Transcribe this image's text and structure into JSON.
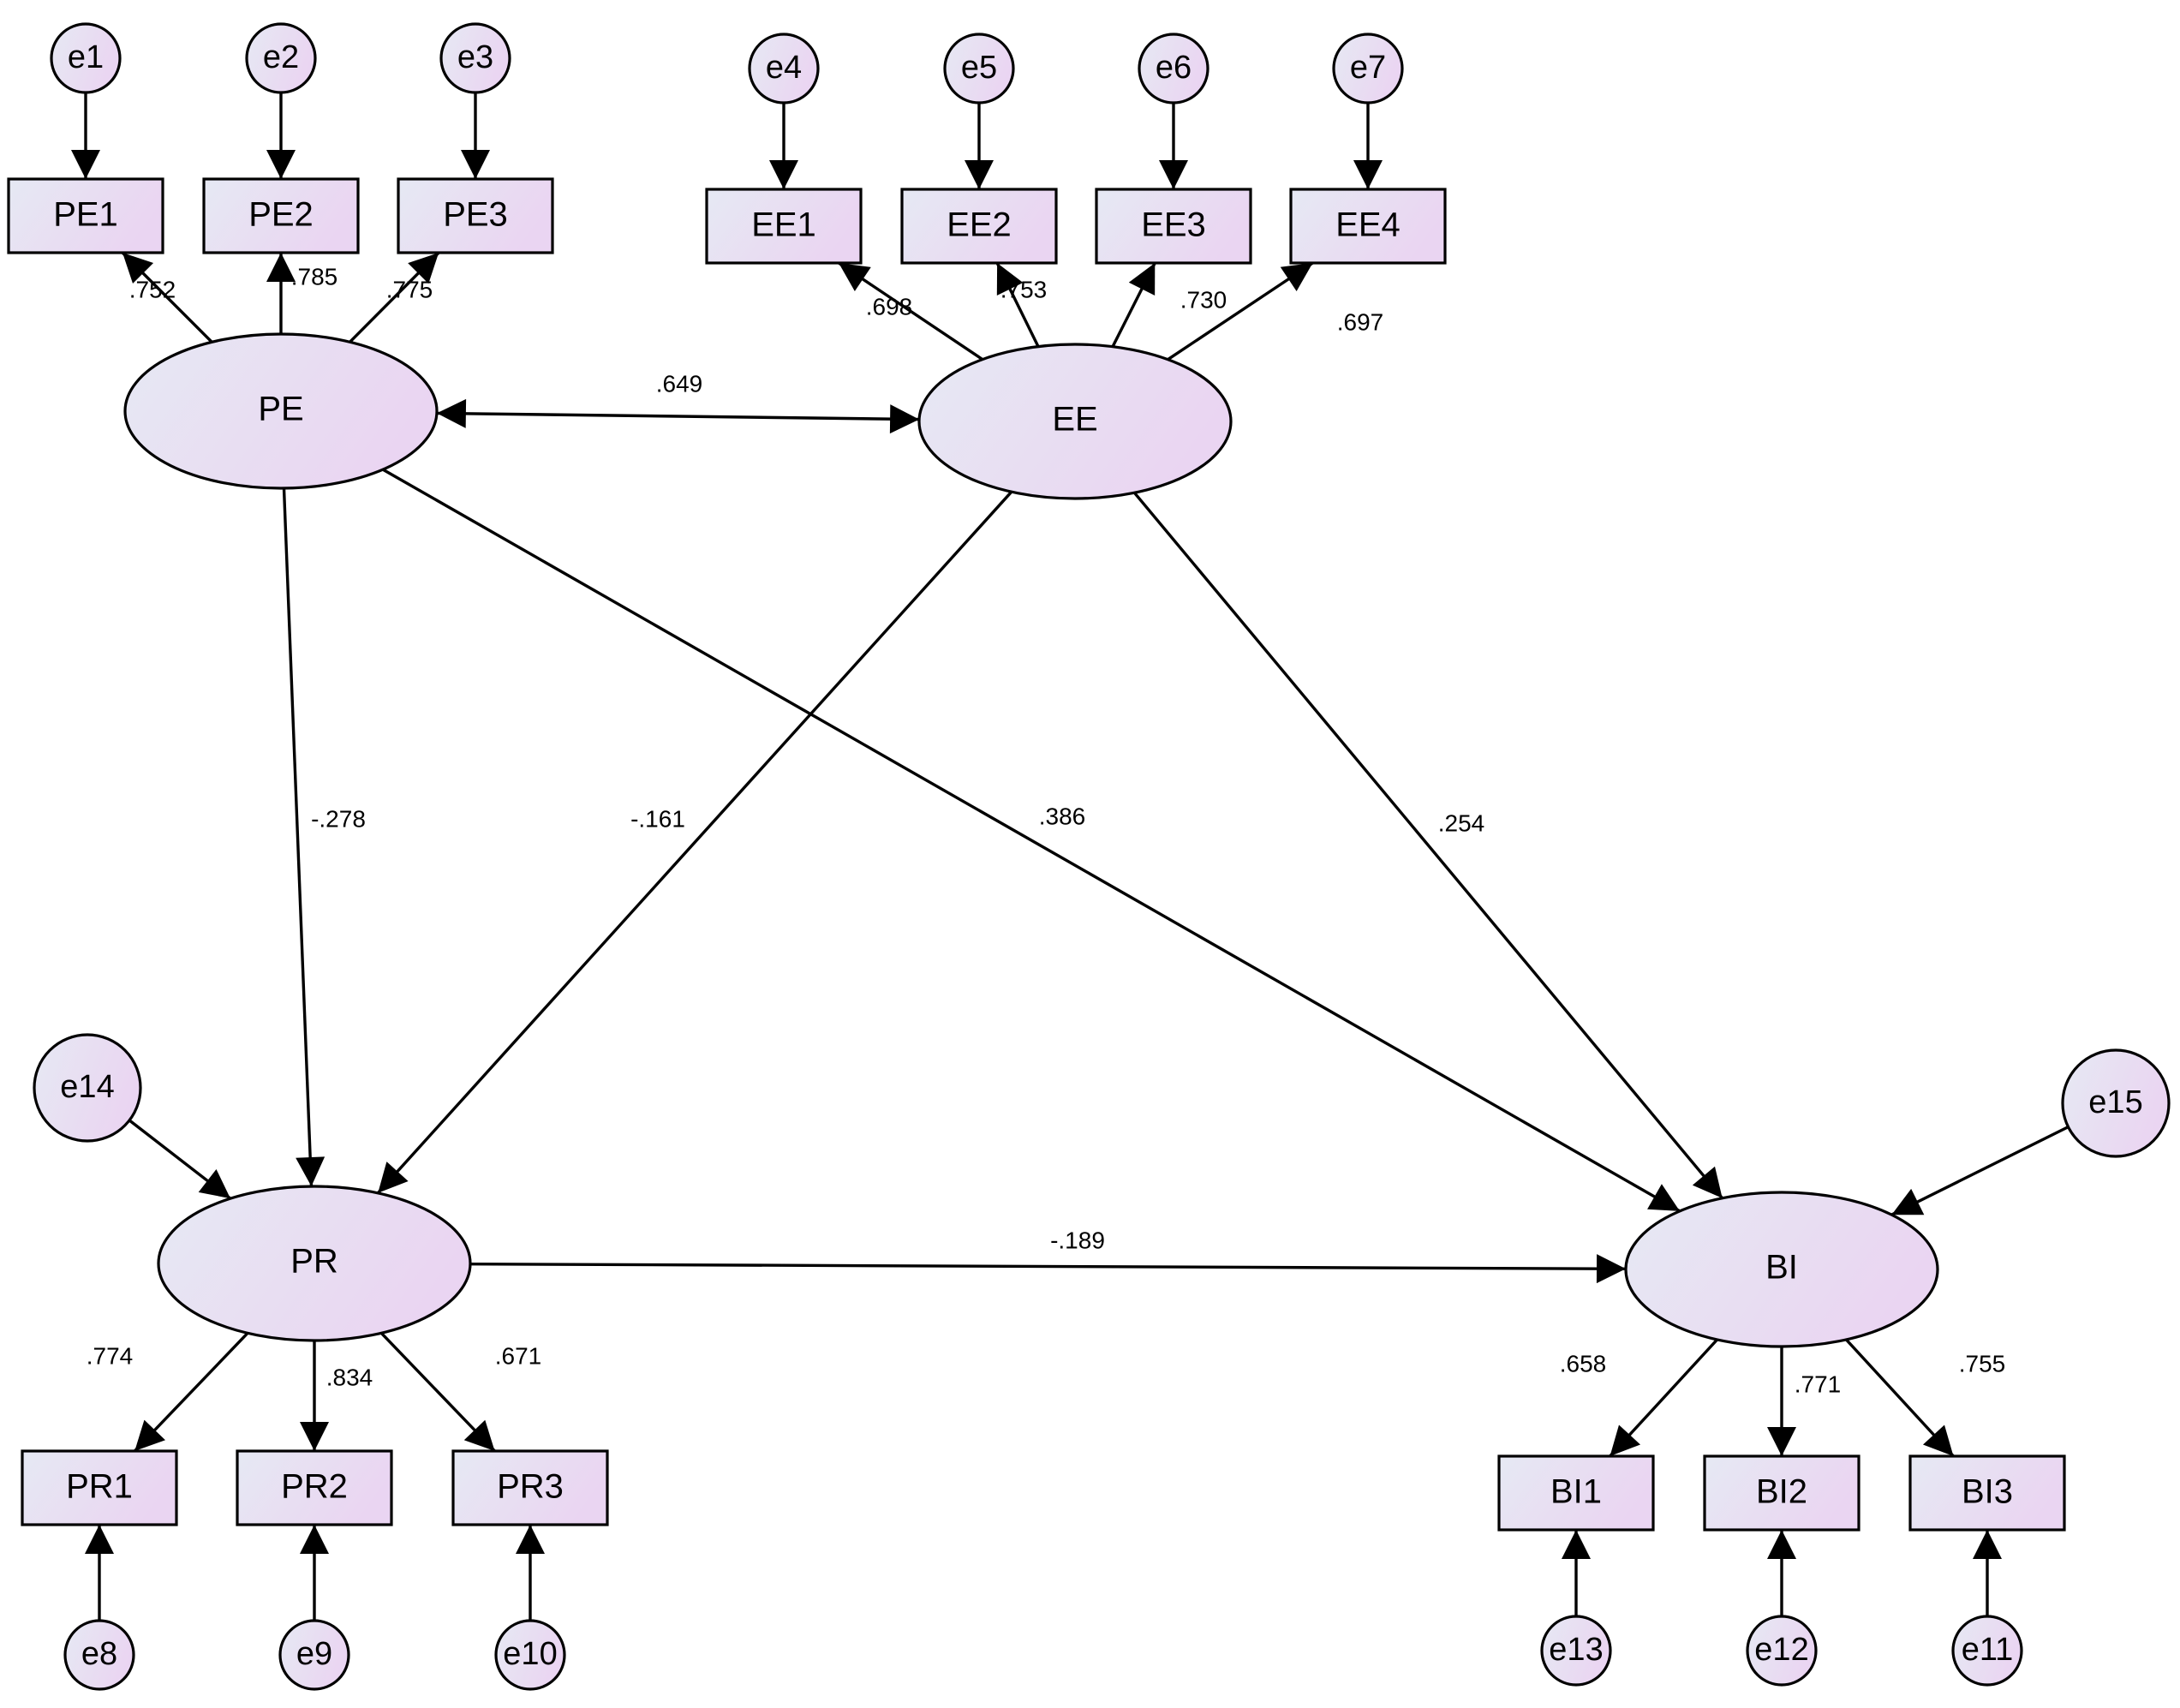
{
  "latent": [
    {
      "id": "PE",
      "label": "PE"
    },
    {
      "id": "EE",
      "label": "EE"
    },
    {
      "id": "PR",
      "label": "PR"
    },
    {
      "id": "BI",
      "label": "BI"
    }
  ],
  "indicators": [
    {
      "id": "PE1",
      "label": "PE1"
    },
    {
      "id": "PE2",
      "label": "PE2"
    },
    {
      "id": "PE3",
      "label": "PE3"
    },
    {
      "id": "EE1",
      "label": "EE1"
    },
    {
      "id": "EE2",
      "label": "EE2"
    },
    {
      "id": "EE3",
      "label": "EE3"
    },
    {
      "id": "EE4",
      "label": "EE4"
    },
    {
      "id": "PR1",
      "label": "PR1"
    },
    {
      "id": "PR2",
      "label": "PR2"
    },
    {
      "id": "PR3",
      "label": "PR3"
    },
    {
      "id": "BI1",
      "label": "BI1"
    },
    {
      "id": "BI2",
      "label": "BI2"
    },
    {
      "id": "BI3",
      "label": "BI3"
    }
  ],
  "errors": [
    {
      "id": "e1",
      "label": "e1",
      "target": "PE1"
    },
    {
      "id": "e2",
      "label": "e2",
      "target": "PE2"
    },
    {
      "id": "e3",
      "label": "e3",
      "target": "PE3"
    },
    {
      "id": "e4",
      "label": "e4",
      "target": "EE1"
    },
    {
      "id": "e5",
      "label": "e5",
      "target": "EE2"
    },
    {
      "id": "e6",
      "label": "e6",
      "target": "EE3"
    },
    {
      "id": "e7",
      "label": "e7",
      "target": "EE4"
    },
    {
      "id": "e8",
      "label": "e8",
      "target": "PR1"
    },
    {
      "id": "e9",
      "label": "e9",
      "target": "PR2"
    },
    {
      "id": "e10",
      "label": "e10",
      "target": "PR3"
    },
    {
      "id": "e11",
      "label": "e11",
      "target": "BI3"
    },
    {
      "id": "e12",
      "label": "e12",
      "target": "BI2"
    },
    {
      "id": "e13",
      "label": "e13",
      "target": "BI1"
    },
    {
      "id": "e14",
      "label": "e14",
      "target": "PR"
    },
    {
      "id": "e15",
      "label": "e15",
      "target": "BI"
    }
  ],
  "loadings": [
    {
      "from": "PE",
      "to": "PE1",
      "value": ".752"
    },
    {
      "from": "PE",
      "to": "PE2",
      "value": ".785"
    },
    {
      "from": "PE",
      "to": "PE3",
      "value": ".775"
    },
    {
      "from": "EE",
      "to": "EE1",
      "value": ".698"
    },
    {
      "from": "EE",
      "to": "EE2",
      "value": ".753"
    },
    {
      "from": "EE",
      "to": "EE3",
      "value": ".730"
    },
    {
      "from": "EE",
      "to": "EE4",
      "value": ".697"
    },
    {
      "from": "PR",
      "to": "PR1",
      "value": ".774"
    },
    {
      "from": "PR",
      "to": "PR2",
      "value": ".834"
    },
    {
      "from": "PR",
      "to": "PR3",
      "value": ".671"
    },
    {
      "from": "BI",
      "to": "BI1",
      "value": ".658"
    },
    {
      "from": "BI",
      "to": "BI2",
      "value": ".771"
    },
    {
      "from": "BI",
      "to": "BI3",
      "value": ".755"
    }
  ],
  "paths": [
    {
      "from": "PE",
      "to": "PR",
      "value": "-.278"
    },
    {
      "from": "EE",
      "to": "PR",
      "value": "-.161"
    },
    {
      "from": "PE",
      "to": "BI",
      "value": ".386"
    },
    {
      "from": "EE",
      "to": "BI",
      "value": ".254"
    },
    {
      "from": "PR",
      "to": "BI",
      "value": "-.189"
    }
  ],
  "covariances": [
    {
      "a": "PE",
      "b": "EE",
      "value": ".649"
    }
  ],
  "colors": {
    "fill_start": "#e6e9f3",
    "fill_end": "#ead5f2",
    "stroke": "#000000"
  }
}
